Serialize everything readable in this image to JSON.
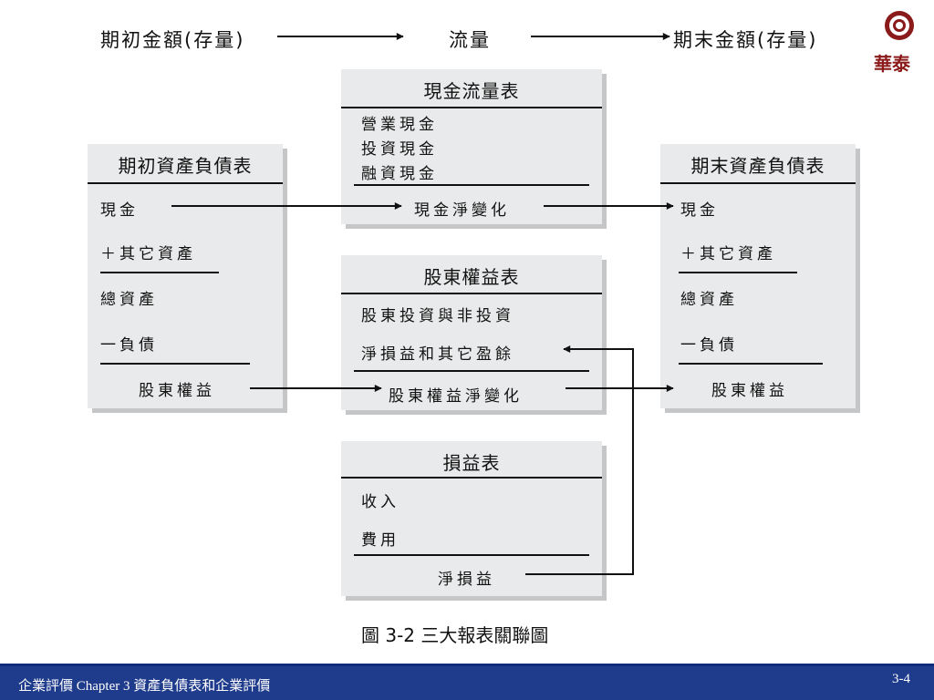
{
  "header": {
    "left": "期初金額(存量)",
    "middle": "流量",
    "right": "期末金額(存量)"
  },
  "logo": {
    "text": "華泰",
    "color": "#8b1a1a"
  },
  "boxes": {
    "opening": {
      "title": "期初資產負債表",
      "items": [
        "現金",
        "＋其它資產",
        "總資產",
        "一負債",
        "股東權益"
      ]
    },
    "cashflow": {
      "title": "現金流量表",
      "items": [
        "營業現金",
        "投資現金",
        "融資現金",
        "現金淨變化"
      ]
    },
    "equity": {
      "title": "股東權益表",
      "items": [
        "股東投資與非投資",
        "淨損益和其它盈餘",
        "股東權益淨變化"
      ]
    },
    "income": {
      "title": "損益表",
      "items": [
        "收入",
        "費用",
        "淨損益"
      ]
    },
    "closing": {
      "title": "期末資產負債表",
      "items": [
        "現金",
        "＋其它資產",
        "總資產",
        "一負債",
        "股東權益"
      ]
    }
  },
  "caption": "圖 3-2  三大報表關聯圖",
  "footer": {
    "left": "企業評價   Chapter 3   資產負債表和企業評價",
    "page": "3-4",
    "bg_color": "#1f3b8c"
  }
}
